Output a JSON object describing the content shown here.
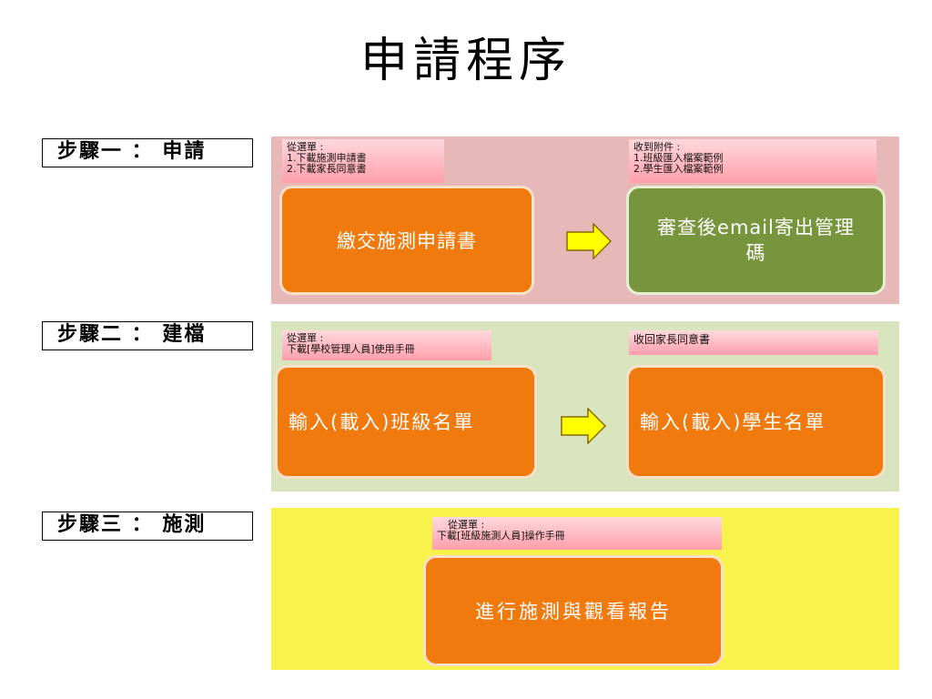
{
  "title": "申請程序",
  "steps": [
    {
      "label": "步驟一 ： 申請",
      "left_note": [
        "從選單 :",
        "1.下載施測申請書",
        "2.下載家長同意書"
      ],
      "left_box": "繳交施測申請書",
      "right_note": [
        "收到附件 :",
        "1.班級匯入檔案範例",
        "2.學生匯入檔案範例"
      ],
      "right_box": "審查後email寄出管理碼"
    },
    {
      "label": "步驟二 ： 建檔",
      "left_note": [
        "從選單 :",
        "下載[學校管理人員]使用手冊"
      ],
      "left_box": "輸入(載入)班級名單",
      "right_note": [
        "收回家長同意書"
      ],
      "right_box": "輸入(載入)學生名單"
    },
    {
      "label": "步驟三 ： 施測",
      "note": [
        "從選單 :",
        "下載[班級施測人員]操作手冊"
      ],
      "box": "進行施測與觀看報告"
    }
  ],
  "colors": {
    "step1_bg": "#e6b9b8",
    "step2_bg": "#d7e4bd",
    "step3_bg": "#f7f34c",
    "box_orange": "#f07a0e",
    "box_green": "#76953c",
    "arrow_fill": "#ffff00"
  },
  "icons": [
    "right-arrow-icon"
  ]
}
